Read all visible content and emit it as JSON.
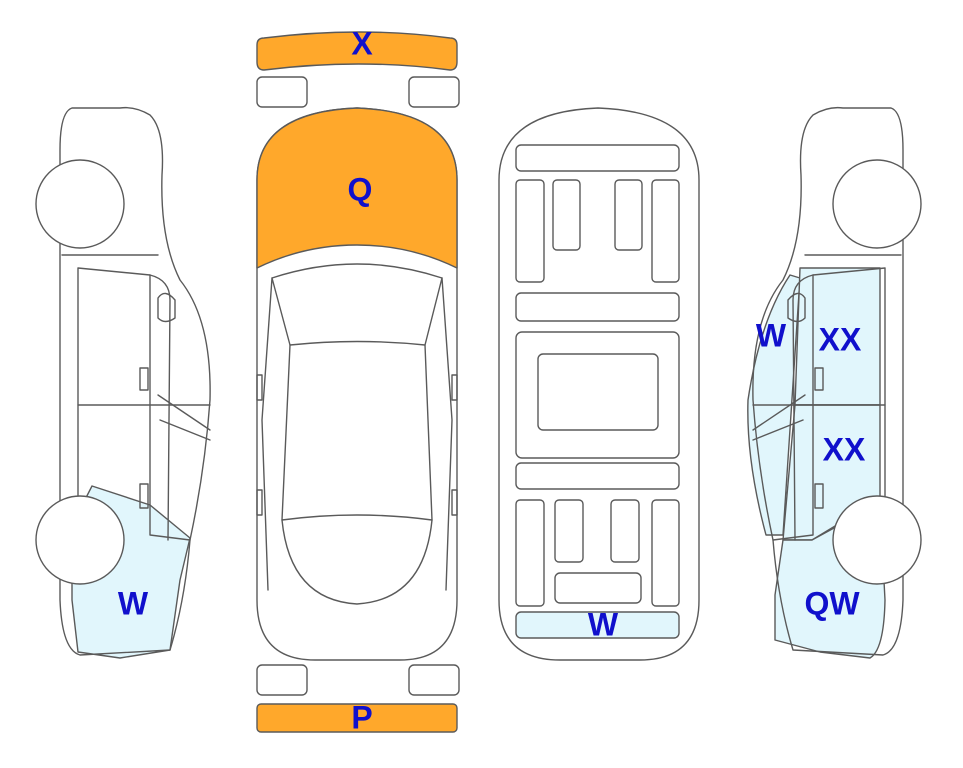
{
  "colors": {
    "severe": "#FFA82B",
    "light": "#E1F6FC",
    "label": "#1010CC"
  },
  "codes": {
    "front_bumper": "X",
    "hood": "Q",
    "rear_bumper": "P",
    "left_rear_quarter": "W",
    "underbody_rear": "W",
    "right_front_fender": "W",
    "right_front_door": "XX",
    "right_rear_door": "XX",
    "right_rear_quarter": "QW"
  }
}
